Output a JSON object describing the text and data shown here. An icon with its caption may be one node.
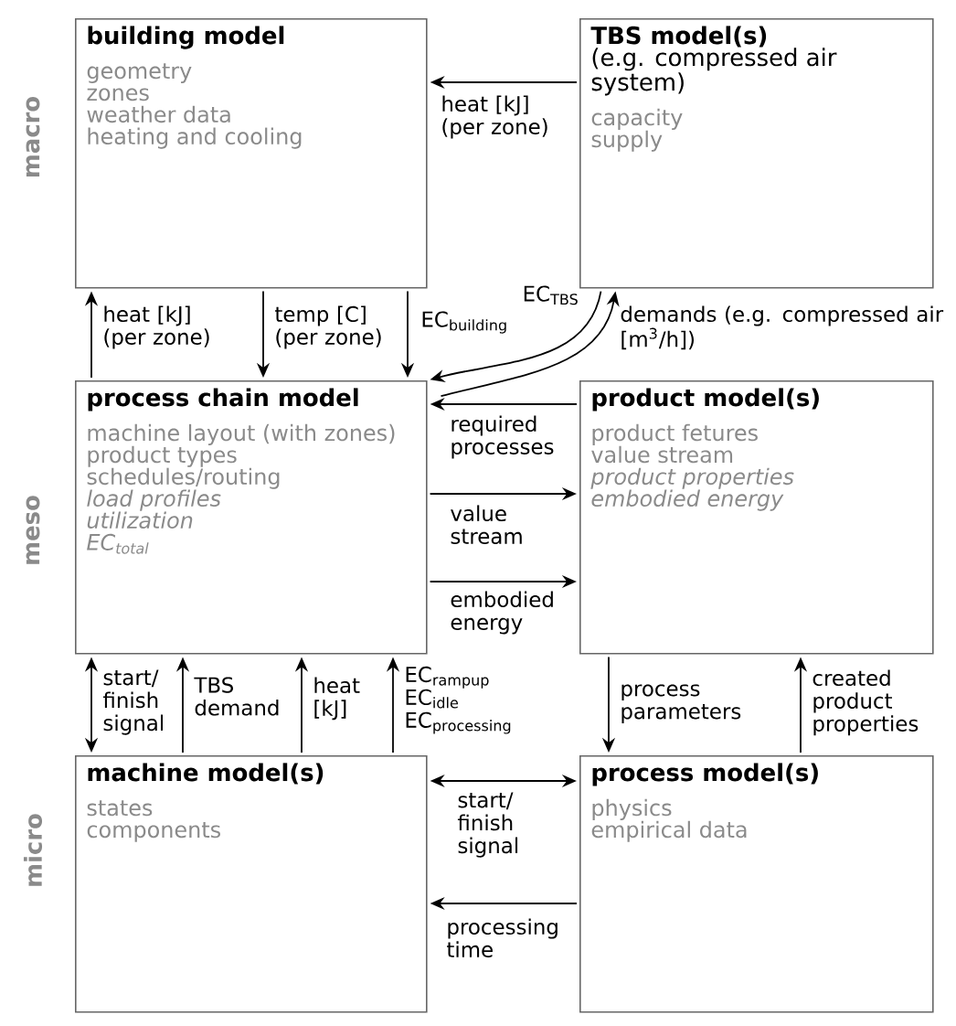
{
  "diagram": {
    "nodes": [
      {
        "text": [
          "building model",
          "geometry",
          "zones",
          "weather data",
          "heating and cooling"
        ]
      },
      {
        "text": [
          "TBS model(s)",
          "(e.g. compressed air system)",
          "capacity",
          "supply"
        ]
      },
      {
        "text": [
          "process chain model",
          "machine layout (with zones)",
          "product types",
          "schedules/routing",
          "load profiles",
          "utilization",
          "EC$_{total}$"
        ]
      },
      {
        "text": [
          "product model(s)",
          "product fetures",
          "value stream",
          "product properties",
          "embodied energy"
        ]
      },
      {
        "text": [
          "machine model(s)",
          "states",
          "components"
        ]
      },
      {
        "text": [
          "process model(s)",
          "physics",
          "empirical data"
        ]
      }
    ],
    "edges": [
      {
        "from": 1,
        "to": 0,
        "arrow": "to",
        "label": "heat [kJ] (per zone)"
      },
      {
        "from": 2,
        "to": 0,
        "arrow": "to",
        "label": "heat [kJ] (per zone)"
      },
      {
        "from": 0,
        "to": 2,
        "arrow": "to",
        "label": "temp [C] (per zone)"
      },
      {
        "from": 0,
        "to": 2,
        "arrow": "to",
        "label": "EC$_{building}$"
      },
      {
        "from": 1,
        "to": 2,
        "arrow": "to",
        "label": "EC$_{TBS}$"
      },
      {
        "from": 2,
        "to": 1,
        "arrow": "to",
        "label": "demands (e.g. compressed air [m$^{3}$/h])"
      },
      {
        "from": 3,
        "to": 2,
        "arrow": "to",
        "label": "required processes"
      },
      {
        "from": 2,
        "to": 3,
        "arrow": "to",
        "label": "value stream"
      },
      {
        "from": 2,
        "to": 3,
        "arrow": "to",
        "label": "embodied energy"
      },
      {
        "from": 4,
        "to": 2,
        "arrow": "both",
        "label": "start/ finish signal"
      },
      {
        "from": 4,
        "to": 2,
        "arrow": "to",
        "label": "TBS demand"
      },
      {
        "from": 4,
        "to": 2,
        "arrow": "to",
        "label": "heat [kJ]"
      },
      {
        "from": 4,
        "to": 2,
        "arrow": "to",
        "label": "\\begin{array}{@{}l@{}}\\mathrm{EC}_{\\mathrm{rampup}}\\\\ \\mathrm{EC}_{\\mathrm{idle}}\\\\ \\mathrm{EC}_{\\mathrm{processing}}\\end{array}"
      },
      {
        "from": 3,
        "to": 5,
        "arrow": "to",
        "label": "process parameters"
      },
      {
        "from": 5,
        "to": 3,
        "arrow": "to",
        "label": "created product properties"
      },
      {
        "from": 4,
        "to": 5,
        "arrow": "both",
        "label": "start/ finish signal"
      },
      {
        "from": 5,
        "to": 4,
        "arrow": "to",
        "label": "processing time"
      }
    ],
    "labels": [
      "macro",
      "meso",
      "micro"
    ]
  }
}
